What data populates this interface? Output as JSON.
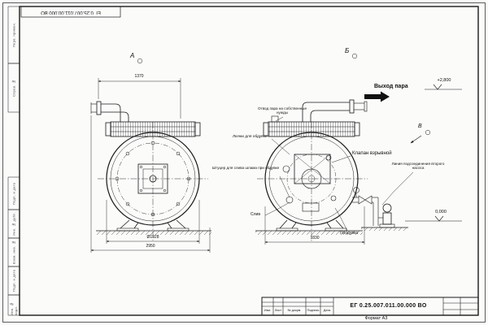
{
  "page": {
    "stamp_top_inverted": "ЕГ 0.25.007.011.00.000 ВО",
    "format_label": "Формат А3",
    "background": "#fbfbfa",
    "line_color": "#1a1a1a"
  },
  "frame": {
    "left_labels": [
      "Перв. примен.",
      "Справ. №",
      "Подп. и дата",
      "Инв. № дубл.",
      "Взам. инв. №",
      "Подп. и дата",
      "Инв. № подл."
    ]
  },
  "title_block": {
    "doc_number": "ЕГ 0.25.007.011.00.000 ВО",
    "columns": [
      "Изм.",
      "Лист",
      "№ докум.",
      "Подпись",
      "Дата"
    ]
  },
  "views": {
    "view_a_label": "А",
    "view_b_label": "Б",
    "view_v_label": "В"
  },
  "annotations": {
    "steam_outlet": "Выход пара",
    "elevation_top": "+2,800",
    "elevation_zero": "0,000",
    "explosion_valve": "Клапан взрывной",
    "steam_own_needs": "Отвод пара на собственные нужды",
    "blow_hatches": "Лючки для обдувки",
    "sludge_fitting": "Штуцер для слива шлама при обдувке",
    "second_pump_line": "Линия подсоединения второго насоса",
    "drain": "Слив",
    "blowdown": "Продувка"
  },
  "dimensions": {
    "pipe_length": "1370",
    "overall_length": "2950",
    "shell_diameter": "Ø1928",
    "view_b_width": "1830"
  }
}
